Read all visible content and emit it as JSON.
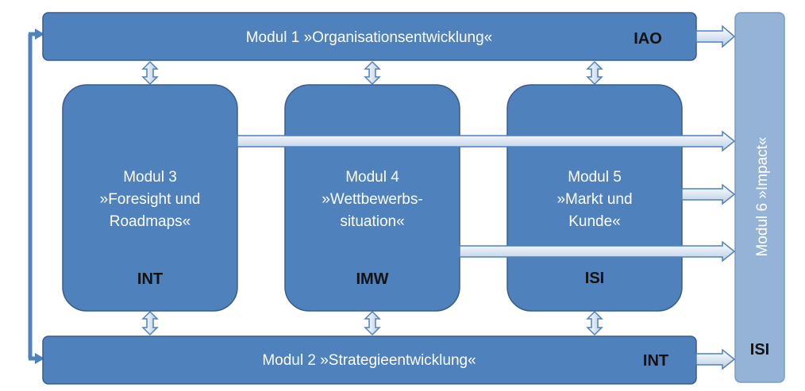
{
  "colors": {
    "module_fill": "#4f81bd",
    "module_stroke": "#385d8a",
    "impact_fill": "#95b3d7",
    "arrow_light": "#dce6f2",
    "text_light": "#ffffff",
    "text_dark": "#111111"
  },
  "modules": {
    "m1": {
      "label": "Modul 1 »Organisationsentwicklung«",
      "org": "IAO"
    },
    "m2": {
      "label": "Modul 2 »Strategieentwicklung«",
      "org": "INT"
    },
    "m3": {
      "line1": "Modul 3",
      "line2": "»Foresight und",
      "line3": "Roadmaps«",
      "org": "INT"
    },
    "m4": {
      "line1": "Modul 4",
      "line2": "»Wettbewerbs-",
      "line3": "situation«",
      "org": "IMW"
    },
    "m5": {
      "line1": "Modul 5",
      "line2": "»Markt und",
      "line3": "Kunde«",
      "org": "ISI"
    },
    "m6": {
      "label": "Modul 6 »Impact«",
      "org": "ISI"
    }
  }
}
